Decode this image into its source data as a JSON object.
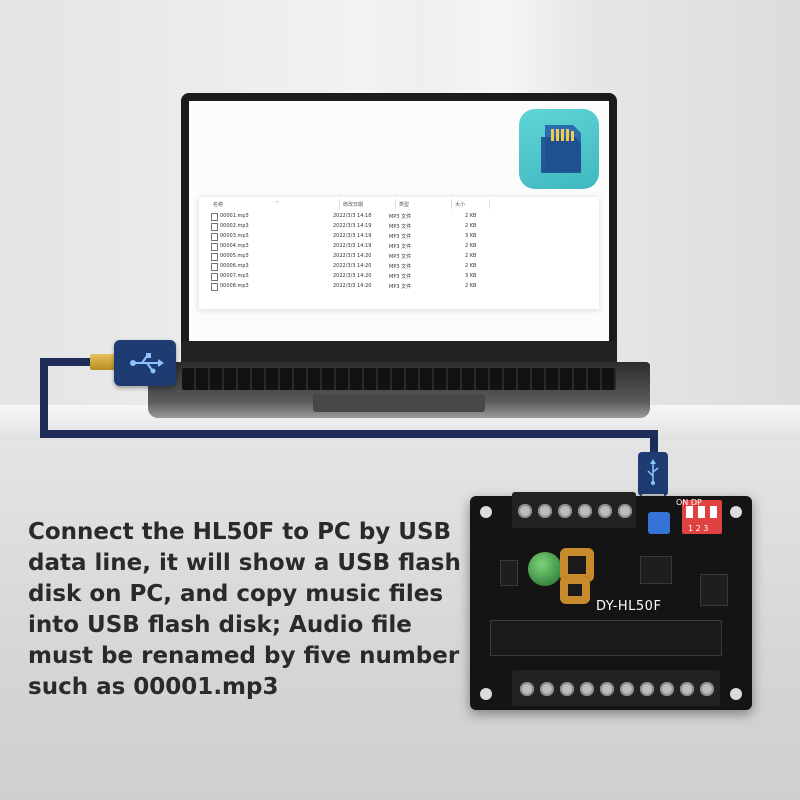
{
  "caption": {
    "text": "Connect the HL50F to PC by USB data line, it will show a USB flash disk on PC,  and copy music files into USB flash disk;  Audio file must be renamed by five number such as 00001.mp3"
  },
  "explorer": {
    "columns": [
      "名称",
      "修改日期",
      "类型",
      "大小"
    ],
    "rows": [
      {
        "name": "00001.mp3",
        "date": "2022/3/3 14:18",
        "type": "MP3 文件",
        "size": "2 KB"
      },
      {
        "name": "00002.mp3",
        "date": "2022/3/3 14:19",
        "type": "MP3 文件",
        "size": "2 KB"
      },
      {
        "name": "00003.mp3",
        "date": "2022/3/3 14:19",
        "type": "MP3 文件",
        "size": "3 KB"
      },
      {
        "name": "00004.mp3",
        "date": "2022/3/3 14:19",
        "type": "MP3 文件",
        "size": "2 KB"
      },
      {
        "name": "00005.mp3",
        "date": "2022/3/3 14:20",
        "type": "MP3 文件",
        "size": "2 KB"
      },
      {
        "name": "00006.mp3",
        "date": "2022/3/3 14:20",
        "type": "MP3 文件",
        "size": "2 KB"
      },
      {
        "name": "00007.mp3",
        "date": "2022/3/3 14:20",
        "type": "MP3 文件",
        "size": "3 KB"
      },
      {
        "name": "00008.mp3",
        "date": "2022/3/3 14:20",
        "type": "MP3 文件",
        "size": "2 KB"
      }
    ]
  },
  "board": {
    "model_label": "DY-HL50F",
    "dip_label": "ON  DP",
    "dip_numbers": "1 2 3"
  },
  "icons": {
    "app": "sd-card-icon",
    "usb": "usb-icon"
  },
  "colors": {
    "app_icon": "#4cc8cc",
    "usb_plug": "#1e3b72",
    "dip_switch": "#e0423f",
    "caption_text": "#2a2a2a"
  }
}
